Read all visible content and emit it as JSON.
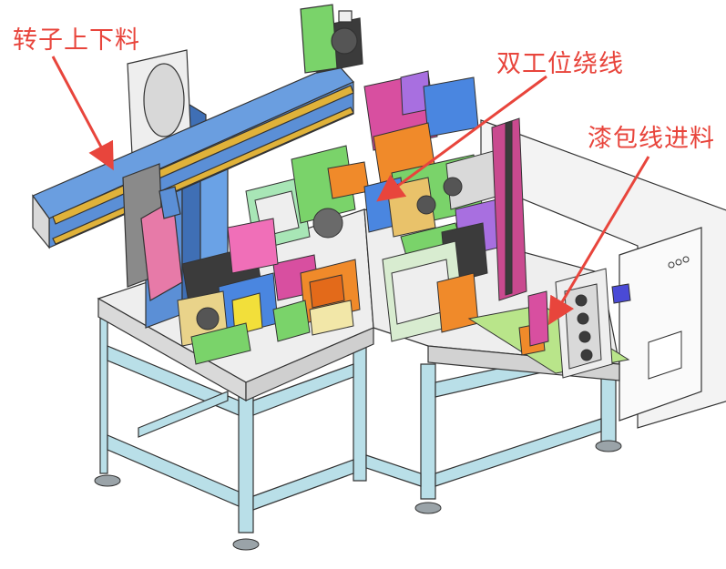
{
  "callouts": {
    "rotor_loading": "转子上下料",
    "dual_station_winding": "双工位绕线",
    "enameled_wire_feed": "漆包线进料"
  },
  "colors": {
    "background": "#ffffff",
    "callout": "#e8453c",
    "frame": "#b9dfe8",
    "table_top": "#eeeeee",
    "gantry_beam": "#5b8fd6",
    "gantry_rail": "#e0b23a",
    "accent_green": "#7ad36a",
    "accent_magenta": "#d84fa0",
    "accent_orange": "#f08a2a",
    "accent_yellow": "#f2df3a",
    "motor_dark": "#3b3b3b"
  }
}
